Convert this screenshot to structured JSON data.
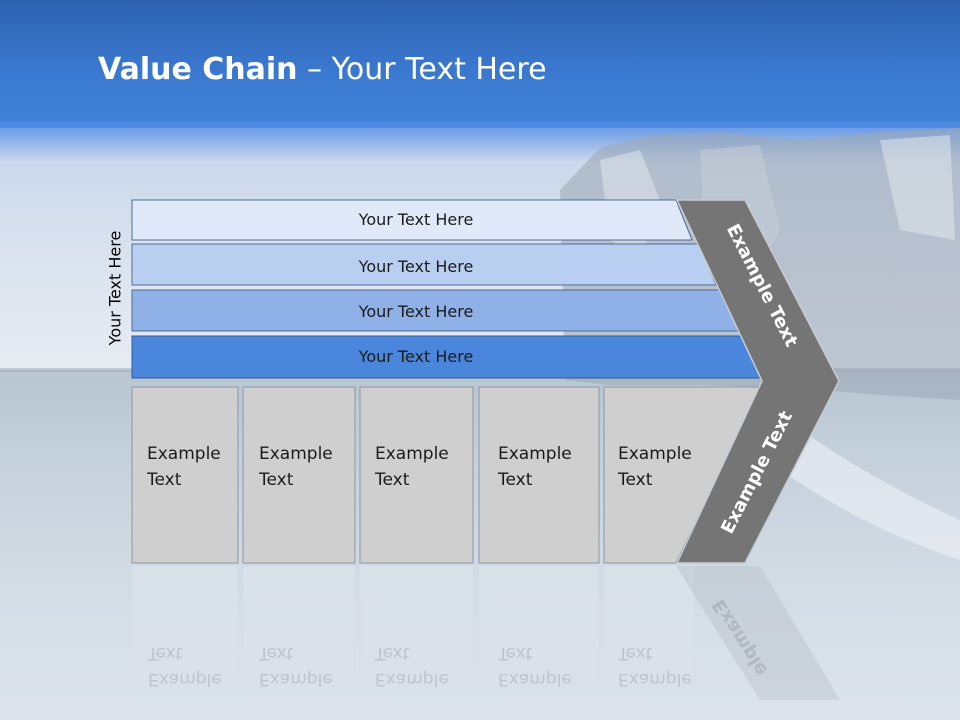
{
  "slide": {
    "title_bold": "Value Chain",
    "title_rest": " – Your Text Here",
    "side_label": "Your Text Here"
  },
  "bars": [
    {
      "label": "Your Text Here",
      "color": "#dfe9fa"
    },
    {
      "label": "Your Text Here",
      "color": "#b9cff2"
    },
    {
      "label": "Your Text Here",
      "color": "#8fb1e8"
    },
    {
      "label": "Your Text Here",
      "color": "#4a86db"
    }
  ],
  "boxes": [
    {
      "line1": "Example",
      "line2": "Text"
    },
    {
      "line1": "Example",
      "line2": "Text"
    },
    {
      "line1": "Example",
      "line2": "Text"
    },
    {
      "line1": "Example",
      "line2": "Text"
    },
    {
      "line1": "Example",
      "line2": "Text"
    }
  ],
  "arrow": {
    "top_label": "Example Text",
    "bottom_label": "Example Text",
    "reflection_label": "Example"
  },
  "colors": {
    "box_fill": "#cfcfcf",
    "arrow_fill": "#757575",
    "header": "#3a78cf"
  }
}
